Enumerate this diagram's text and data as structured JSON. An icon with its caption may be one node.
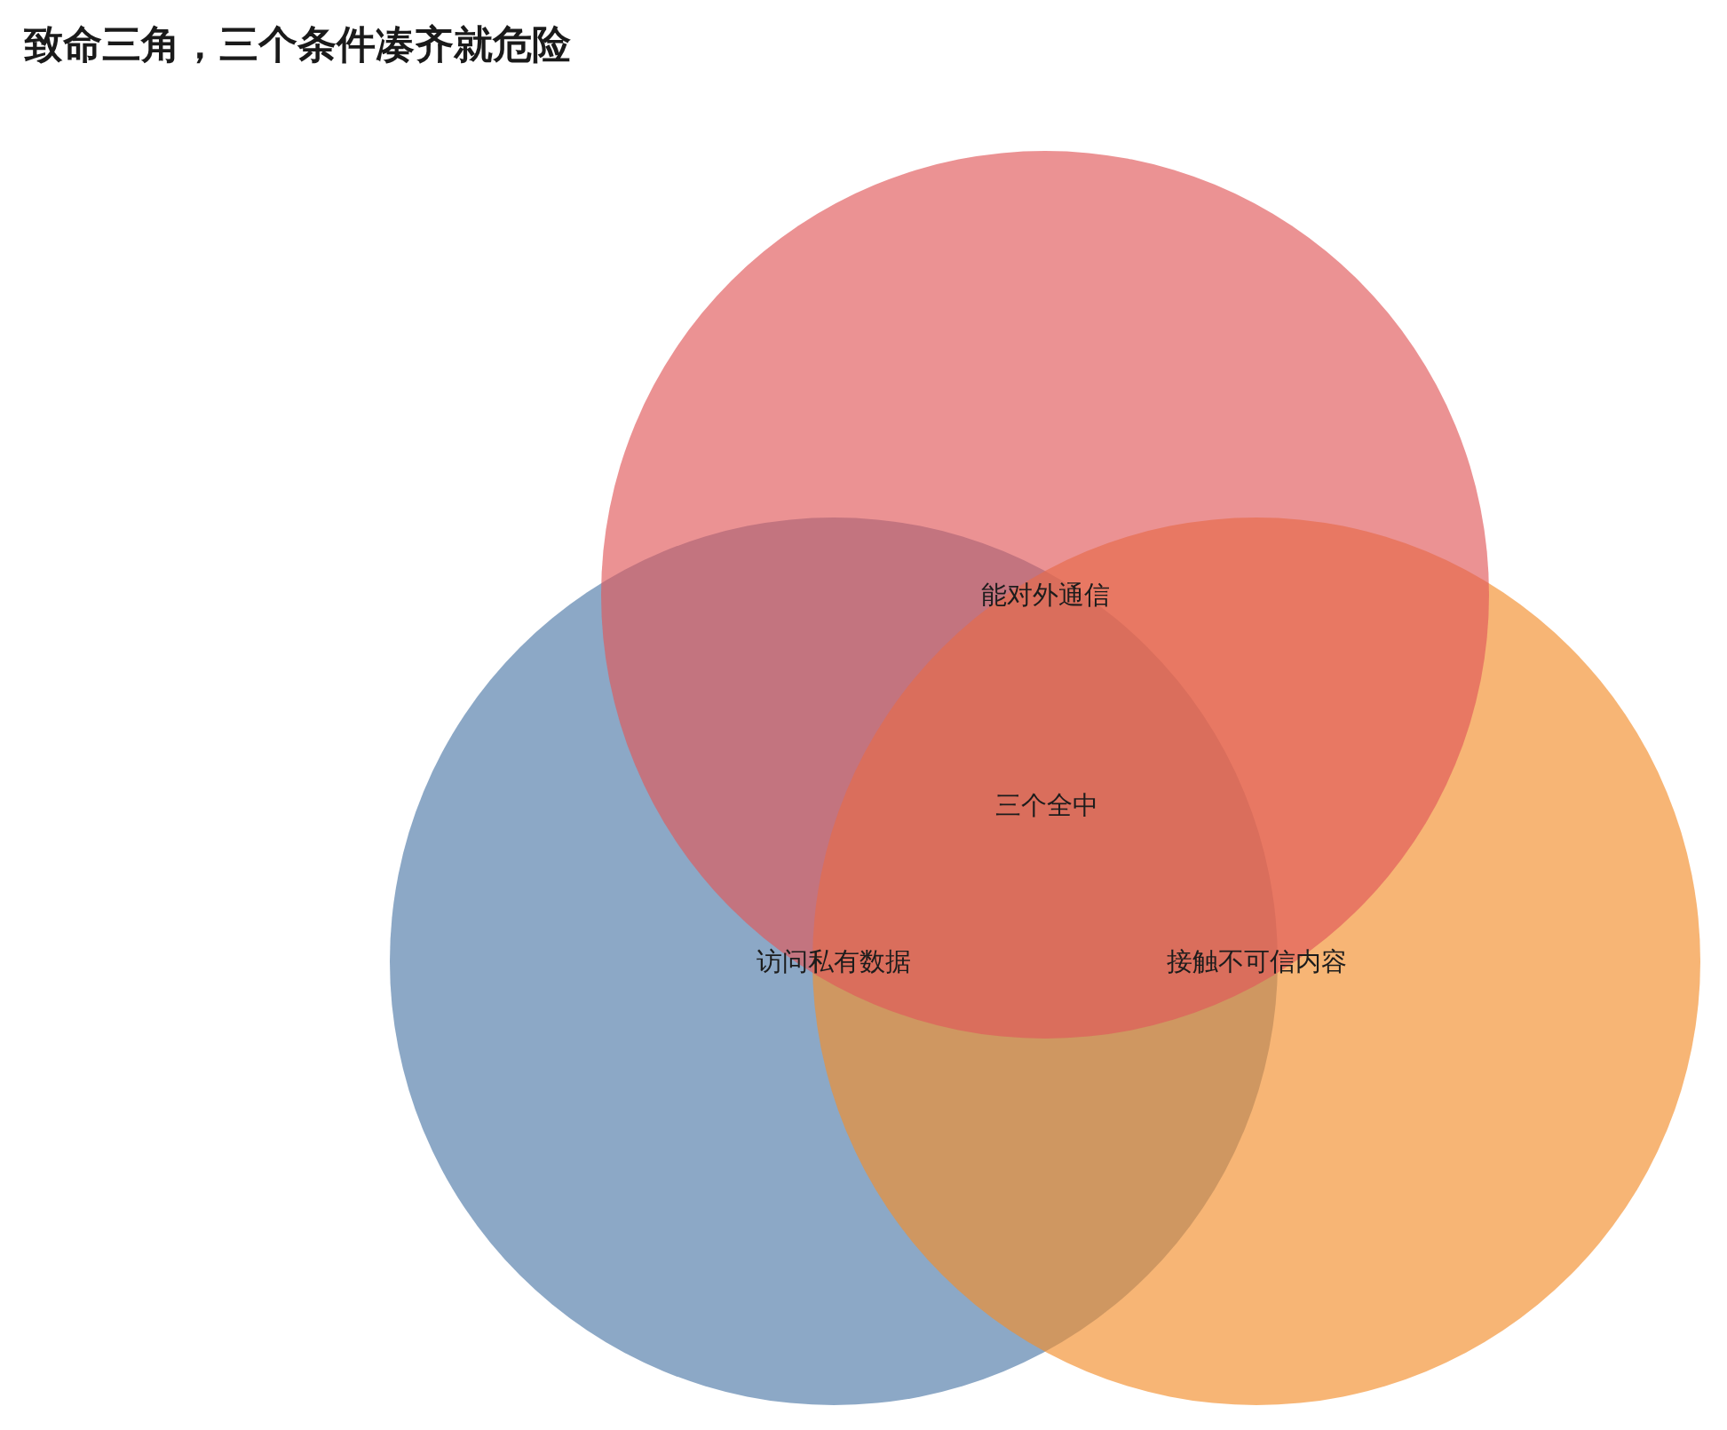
{
  "diagram": {
    "title": "致命三角，三个条件凑齐就危险",
    "nodes": [
      {
        "text": [
          "能对外通信"
        ]
      },
      {
        "text": [
          "访问私有数据"
        ]
      },
      {
        "text": [
          "接触不可信内容"
        ]
      }
    ],
    "labels": [
      "三个全中"
    ]
  }
}
